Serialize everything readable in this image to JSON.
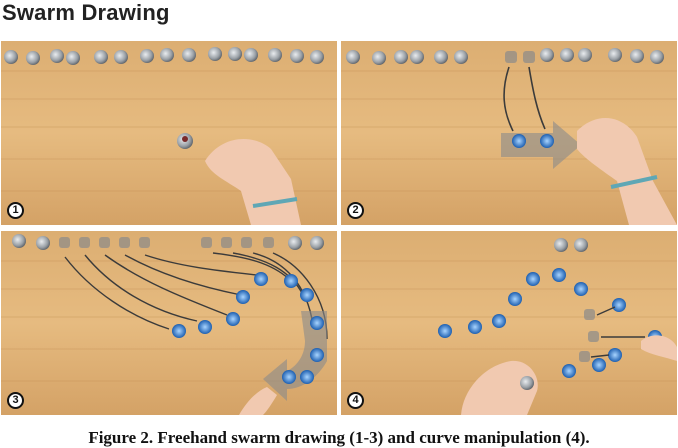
{
  "figure": {
    "heading": "Swarm Drawing",
    "caption": "Figure 2. Freehand swarm drawing (1-3) and curve manipulation (4).",
    "panels": [
      {
        "label": "1"
      },
      {
        "label": "2"
      },
      {
        "label": "3"
      },
      {
        "label": "4"
      }
    ]
  },
  "colors": {
    "wood_light": "#e2b57a",
    "wood_dark": "#c9955a",
    "robot_body": "#9aa0a6",
    "robot_light": "#3a8ee0",
    "arrow": "#3b3b3b",
    "trail": "#7a7a7a"
  }
}
